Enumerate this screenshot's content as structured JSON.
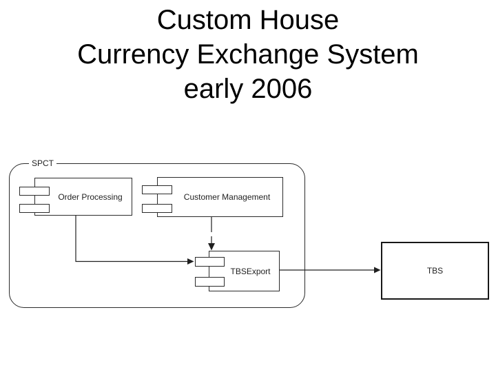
{
  "slide": {
    "title_lines": [
      "Custom House",
      "Currency Exchange System",
      "early 2006"
    ]
  },
  "diagram": {
    "system_boundary_label": "SPCT",
    "components": {
      "order_processing": {
        "label": "Order Processing"
      },
      "customer_management": {
        "label": "Customer Management"
      },
      "tbs_export": {
        "label": "TBSExport"
      }
    },
    "external_system": {
      "label": "TBS"
    },
    "connections": [
      {
        "from": "Order Processing",
        "to": "TBSExport",
        "style": "solid",
        "enters": "left port"
      },
      {
        "from": "Customer Management",
        "to": "TBSExport",
        "style": "dashed",
        "enters": "top edge"
      },
      {
        "from": "TBSExport",
        "to": "TBS",
        "style": "solid",
        "enters": "left edge"
      }
    ],
    "colors": {
      "stroke": "#1f1f1f",
      "background": "#ffffff",
      "title_text": "#000000"
    }
  }
}
